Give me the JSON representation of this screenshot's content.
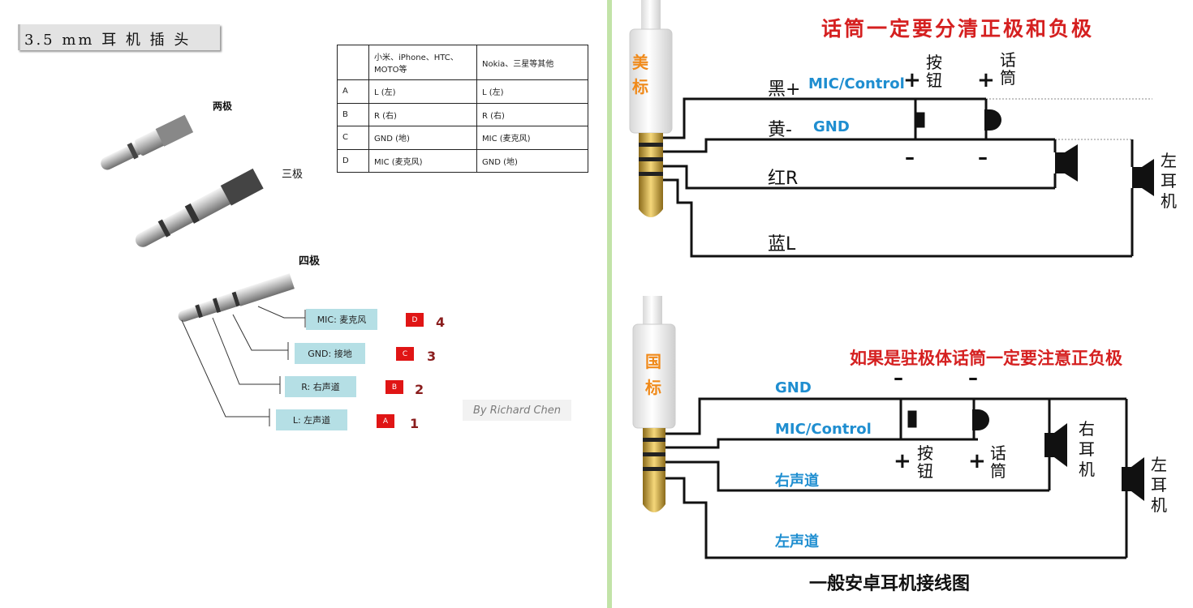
{
  "left": {
    "header_title": "3.5 mm 耳 机 插 头",
    "table": {
      "headers": [
        "",
        "小米、iPhone、HTC、MOTO等",
        "Nokia、三星等其他"
      ],
      "rows": [
        {
          "pin": "A",
          "col1": "L (左)",
          "col2": "L (左)"
        },
        {
          "pin": "B",
          "col1": "R (右)",
          "col2": "R (右)"
        },
        {
          "pin": "C",
          "col1": "GND (地)",
          "col2": "MIC (麦克风)"
        },
        {
          "pin": "D",
          "col1": "MIC (麦克风)",
          "col2": "GND (地)"
        }
      ]
    },
    "plug_labels": {
      "two": "两极",
      "three": "三极",
      "four": "四极"
    },
    "segments": [
      {
        "label": "MIC: 麦克风",
        "badge": "D",
        "num": "4"
      },
      {
        "label": "GND: 接地",
        "badge": "C",
        "num": "3"
      },
      {
        "label": "R: 右声道",
        "badge": "B",
        "num": "2"
      },
      {
        "label": "L: 左声道",
        "badge": "A",
        "num": "1"
      }
    ],
    "credit": "By Richard Chen"
  },
  "top": {
    "title": "话筒一定要分清正极和负极",
    "plug_mark": [
      "美",
      "标"
    ],
    "wires": {
      "black": "黑+",
      "mic": "MIC/Control",
      "yellow": "黄-",
      "gnd": "GND",
      "red": "红R",
      "blue": "蓝L"
    },
    "button": [
      "按",
      "钮"
    ],
    "mic_part": [
      "话",
      "筒"
    ],
    "left_ear": [
      "左",
      "耳",
      "机"
    ],
    "plus": "+",
    "minus": "–"
  },
  "bottom": {
    "title": "如果是驻极体话筒一定要注意正负极",
    "plug_mark": [
      "国",
      "标"
    ],
    "wires": {
      "gnd": "GND",
      "mic": "MIC/Control",
      "right": "右声道",
      "left": "左声道"
    },
    "button": [
      "按",
      "钮"
    ],
    "mic_part": [
      "话",
      "筒"
    ],
    "right_ear": [
      "右",
      "耳",
      "机"
    ],
    "left_ear": [
      "左",
      "耳",
      "机"
    ],
    "plus": "+",
    "minus": "–",
    "caption": "一般安卓耳机接线图"
  },
  "colors": {
    "red_title": "#d52020",
    "blue_label": "#1f8ed0",
    "badge_red": "#e01515",
    "segment_box": "#b5dfe5",
    "divider": "#c2e3a8",
    "plug_mark_orange": "#f08a1a"
  }
}
